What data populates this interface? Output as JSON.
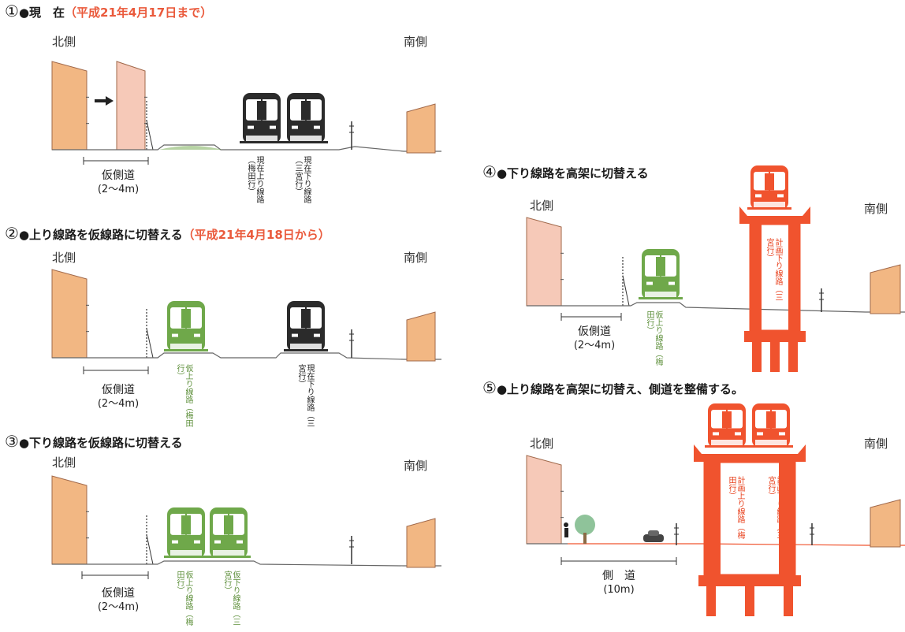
{
  "panels": [
    {
      "num": "①",
      "title": "●現　在",
      "date": "（平成21年4月17日まで）",
      "north": "北側",
      "south": "南側",
      "sidewalk": {
        "label": "仮側道",
        "width": "(2〜4m)"
      },
      "labels": [
        {
          "line": "現在上り線路",
          "dest": "（梅田行）"
        },
        {
          "line": "現在下り線路",
          "dest": "（三宮行）"
        }
      ]
    },
    {
      "num": "②",
      "title": "●上り線路を仮線路に切替える",
      "date": "（平成21年4月18日から）",
      "north": "北側",
      "south": "南側",
      "sidewalk": {
        "label": "仮側道",
        "width": "(2〜4m)"
      },
      "labels": [
        {
          "line": "仮上り線路",
          "dest": "（梅田行）"
        },
        {
          "line": "現在下り線路",
          "dest": "（三宮行）"
        }
      ]
    },
    {
      "num": "③",
      "title": "●下り線路を仮線路に切替える",
      "date": "",
      "north": "北側",
      "south": "南側",
      "sidewalk": {
        "label": "仮側道",
        "width": "(2〜4m)"
      },
      "labels": [
        {
          "line": "仮上り線路",
          "dest": "（梅田行）"
        },
        {
          "line": "仮下り線路",
          "dest": "（三宮行）"
        }
      ]
    },
    {
      "num": "④",
      "title": "●下り線路を高架に切替える",
      "date": "",
      "north": "北側",
      "south": "南側",
      "sidewalk": {
        "label": "仮側道",
        "width": "(2〜4m)"
      },
      "labels": [
        {
          "line": "仮上り線路",
          "dest": "（梅田行）"
        },
        {
          "line": "計画下り線路",
          "dest": "（三宮行）"
        }
      ]
    },
    {
      "num": "⑤",
      "title": "●上り線路を高架に切替え、側道を整備する。",
      "date": "",
      "north": "北側",
      "south": "南側",
      "sidewalk": {
        "label": "側　道",
        "width": "(10m)"
      },
      "labels": [
        {
          "line": "計画上り線路",
          "dest": "（梅田行）"
        },
        {
          "line": "計画下り線路",
          "dest": "（三宮行）"
        }
      ]
    }
  ],
  "colors": {
    "existing": "#2b2b2b",
    "temporary": "#6fa84a",
    "elevated": "#f0532e",
    "building": "#f2b783",
    "old_building": "#f6c9b8",
    "date_text": "#ea5a3c"
  }
}
